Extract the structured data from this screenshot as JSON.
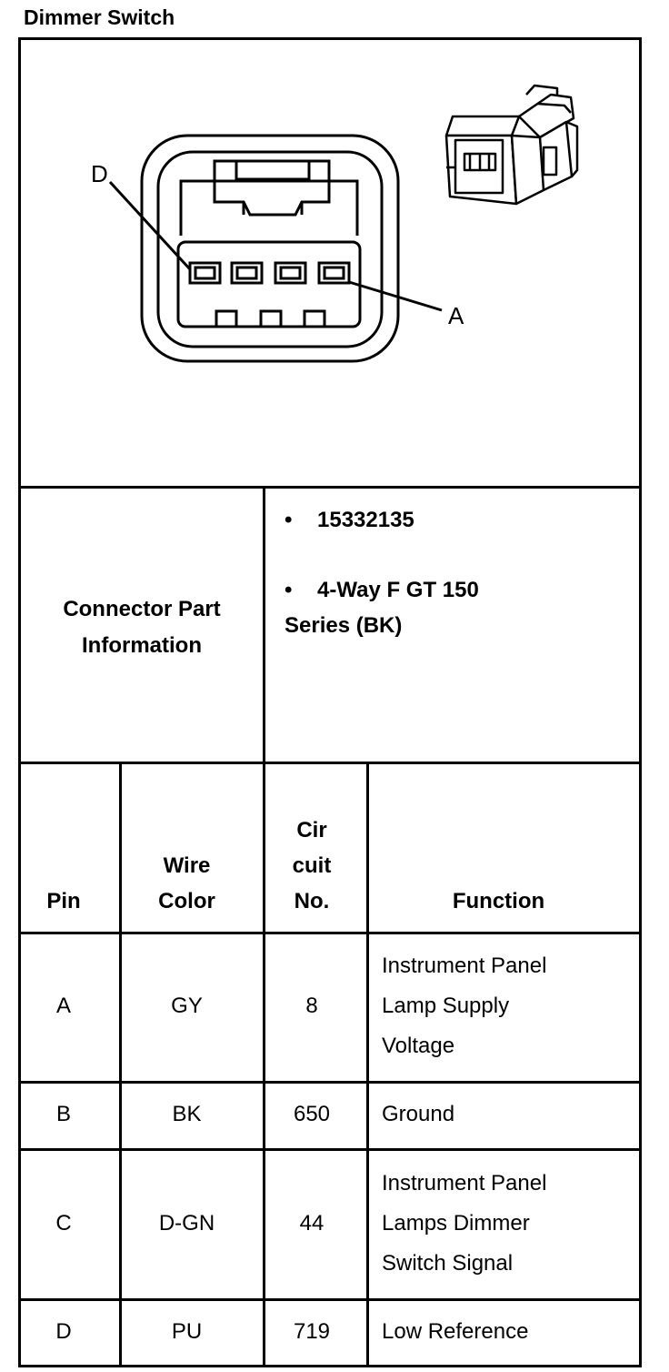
{
  "title": "Dimmer Switch",
  "diagram": {
    "pin_labels": {
      "left": "D",
      "right": "A"
    },
    "connector_icon": "connector-3d-icon"
  },
  "part_info": {
    "label_line1": "Connector Part",
    "label_line2": "Information",
    "part_number": "15332135",
    "description_line1": "4-Way F GT 150",
    "description_line2": "Series (BK)",
    "bullet": "•"
  },
  "table": {
    "headers": {
      "pin": "Pin",
      "wire_color_l1": "Wire",
      "wire_color_l2": "Color",
      "circuit_l1": "Cir",
      "circuit_l2": "cuit",
      "circuit_l3": "No.",
      "function": "Function"
    },
    "rows": [
      {
        "pin": "A",
        "color": "GY",
        "circuit": "8",
        "function_lines": [
          "Instrument Panel",
          "Lamp Supply",
          "Voltage"
        ]
      },
      {
        "pin": "B",
        "color": "BK",
        "circuit": "650",
        "function_lines": [
          "Ground"
        ]
      },
      {
        "pin": "C",
        "color": "D-GN",
        "circuit": "44",
        "function_lines": [
          "Instrument Panel",
          "Lamps Dimmer",
          "Switch Signal"
        ]
      },
      {
        "pin": "D",
        "color": "PU",
        "circuit": "719",
        "function_lines": [
          "Low Reference"
        ]
      }
    ]
  }
}
